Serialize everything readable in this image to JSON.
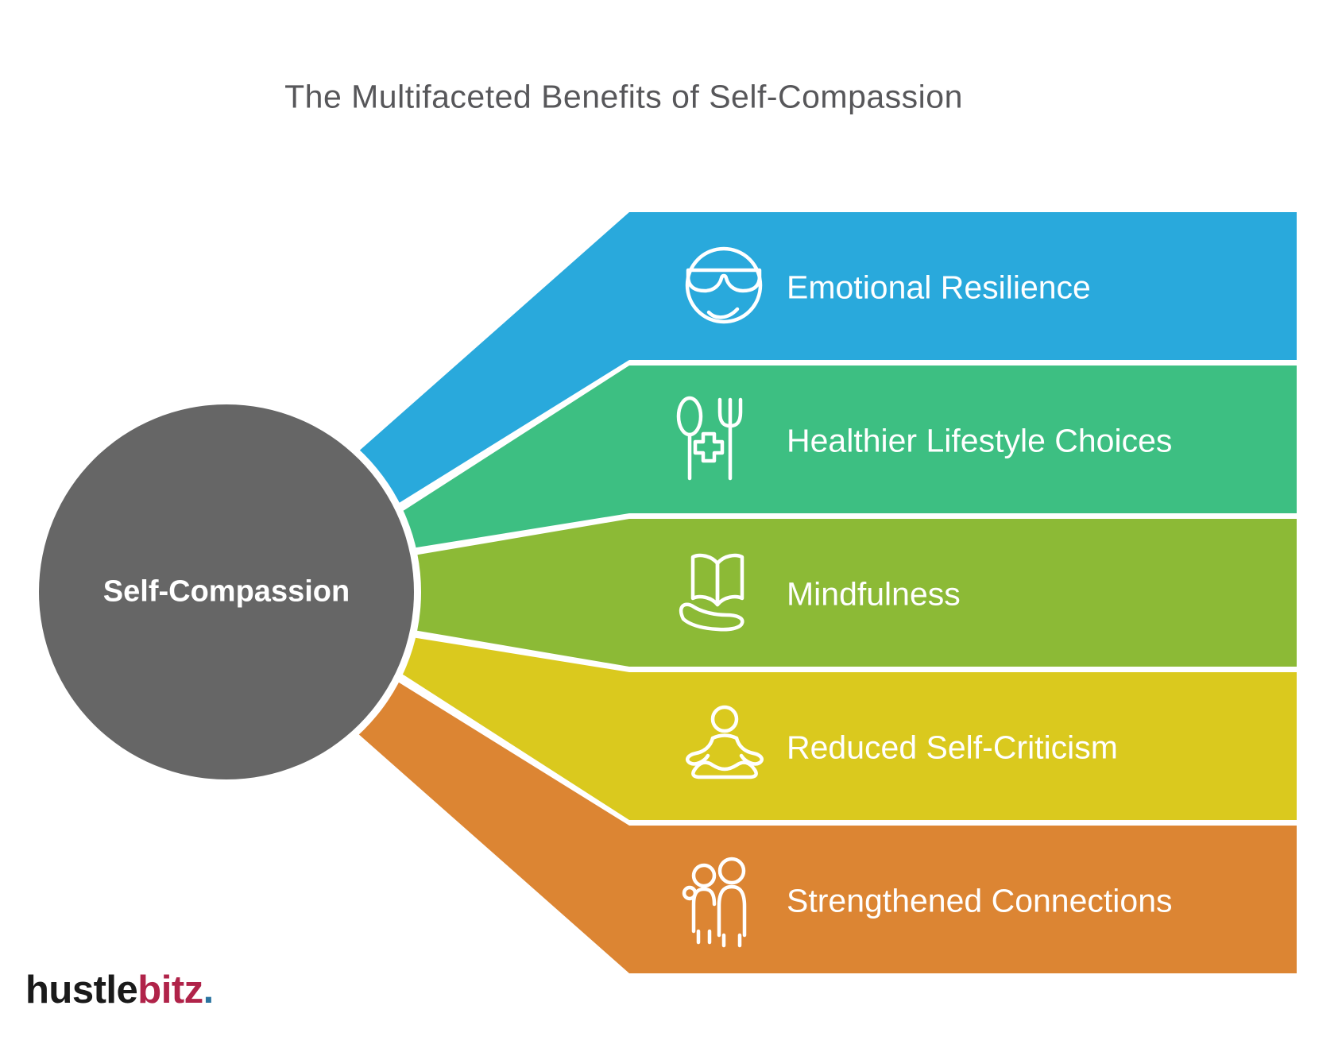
{
  "title": "The Multifaceted Benefits of Self-Compassion",
  "center": {
    "label": "Self-Compassion",
    "color": "#666666"
  },
  "benefits": [
    {
      "label": "Emotional Resilience",
      "icon": "sunglasses-face-icon",
      "color": "#29A9DC"
    },
    {
      "label": "Healthier Lifestyle Choices",
      "icon": "nutrition-icon",
      "color": "#3DBF82"
    },
    {
      "label": "Mindfulness",
      "icon": "open-book-hand-icon",
      "color": "#8CBA36"
    },
    {
      "label": "Reduced Self-Criticism",
      "icon": "meditation-icon",
      "color": "#DAC91E"
    },
    {
      "label": "Strengthened Connections",
      "icon": "people-icon",
      "color": "#DC8533"
    }
  ],
  "logo": {
    "part1": "hustle",
    "part2": "bitz",
    "part3": ".",
    "part1_color": "#1a1a1a",
    "part2_color": "#b02349",
    "part3_color": "#2b74a0"
  }
}
